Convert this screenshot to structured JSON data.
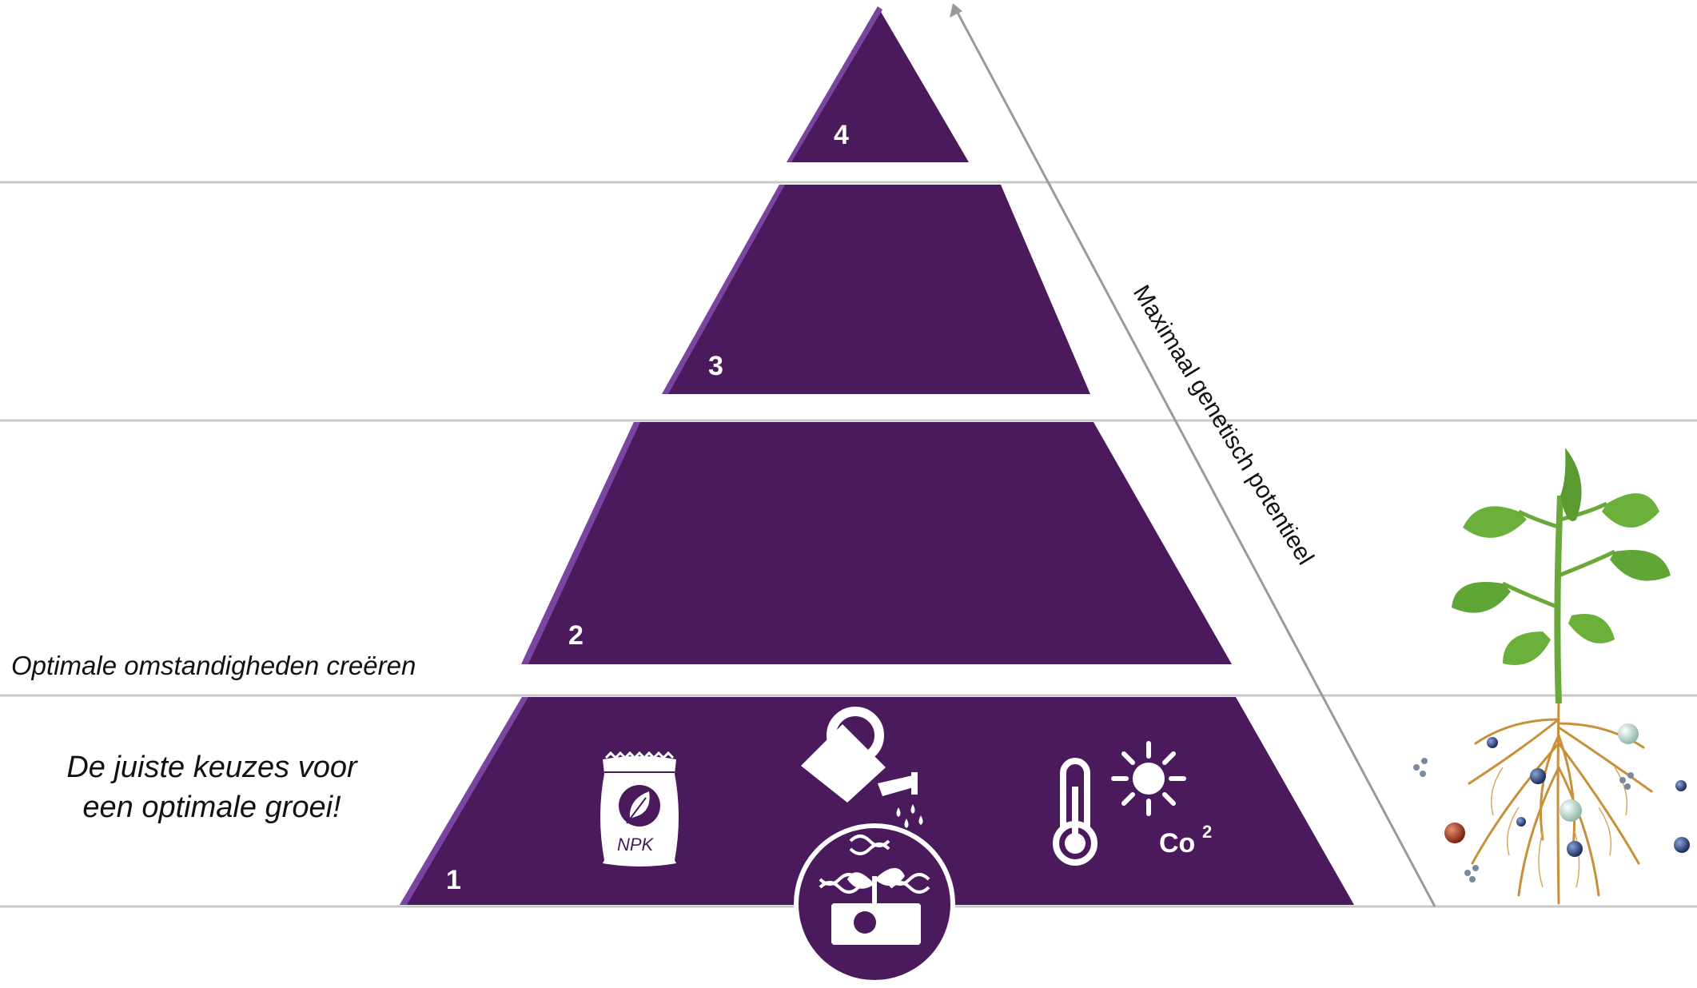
{
  "colors": {
    "pyramid": "#4a1a5c",
    "pyramid_edge": "#7a45a0",
    "separator": "#c8c8c8",
    "arrow": "#9a9a9a",
    "icon": "#ffffff"
  },
  "tiers": [
    {
      "number": "4"
    },
    {
      "number": "3"
    },
    {
      "number": "2"
    },
    {
      "number": "1"
    }
  ],
  "labels": {
    "optimal_conditions": "Optimale omstandigheden creëren",
    "choices_line1": "De juiste keuzes voor",
    "choices_line2": "een optimale groei!",
    "arrow_label": "Maximaal genetisch potentieel"
  },
  "icons": {
    "fertilizer_bag": "fertilizer-bag-icon",
    "fertilizer_text": "NPK",
    "watering_can": "watering-can-icon",
    "thermometer": "thermometer-icon",
    "sun": "sun-icon",
    "co2_text": "Co",
    "co2_sup": "2",
    "seedling_dna": "seedling-dna-icon",
    "plant_photo": "plant-roots-image"
  }
}
